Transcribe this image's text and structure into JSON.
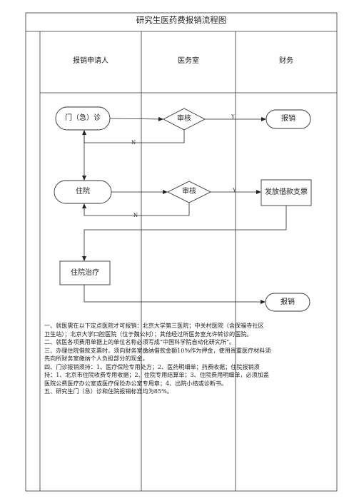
{
  "title": "研究生医药费报销流程图",
  "lanes": [
    {
      "label": "报销申请人"
    },
    {
      "label": "医务室"
    },
    {
      "label": "财务"
    }
  ],
  "nodes": {
    "outpatient": "门（急）诊",
    "review_outpatient": "审核",
    "reimburse_outpatient": "报销",
    "inpatient": "住院",
    "review_inpatient": "审核",
    "loan_form": "发放借款支票",
    "inpatient_treatment": "住院治疗",
    "reimburse_final": "报销"
  },
  "edge_labels": {
    "yes_outpatient": "Y",
    "no_outpatient": "N",
    "yes_inpatient": "Y",
    "no_inpatient": "N"
  },
  "notes": [
    "一、就医需在以下定点医院才可报销：北京大学第三医院；中关村医院（含保福寺社区",
    "卫生站）；北京大学口腔医院（位于魏公村）；其他经过所医务室允许转诊的医院。",
    "二、就医各项费用单据上的单位名称必须写成“中国科学院自动化研究所”。",
    "三、办理住院借款支票时，须向财务室缴纳借款金额10%作为押金，使用贵重医疗材料须",
    "先向所财务室缴纳个人负担部分的现金。",
    "四、门诊报销须持：1、医疗保险专用处方；2、医药明细单；药费收据；住院报销须",
    "持：1、北京市住院收费专用收据；2、住院专用结算单；3、住院费用明细单，必须加盖",
    "医院公费医疗办公室或医疗保险办公室专用章；4、出院小结或诊断书。",
    "五、研究生门（急）诊和住院报销标准均为85%。"
  ]
}
